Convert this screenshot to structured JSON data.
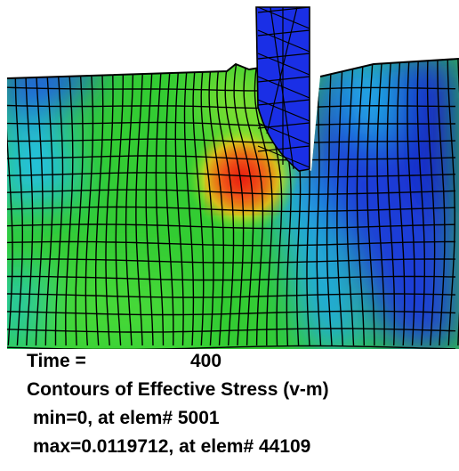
{
  "colors": {
    "mesh_line": "#000000",
    "tool": "#1a2fe6",
    "background": "#ffffff",
    "stress_low": "#1b33d6",
    "stress_mid": "#2fd63a",
    "stress_high": "#e8200f"
  },
  "time": {
    "label": "Time =",
    "value": "400"
  },
  "contour_title": "Contours of Effective Stress (v-m)",
  "min_line": "min=0, at elem# 5001",
  "max_line": "max=0.0119712, at elem# 44109"
}
